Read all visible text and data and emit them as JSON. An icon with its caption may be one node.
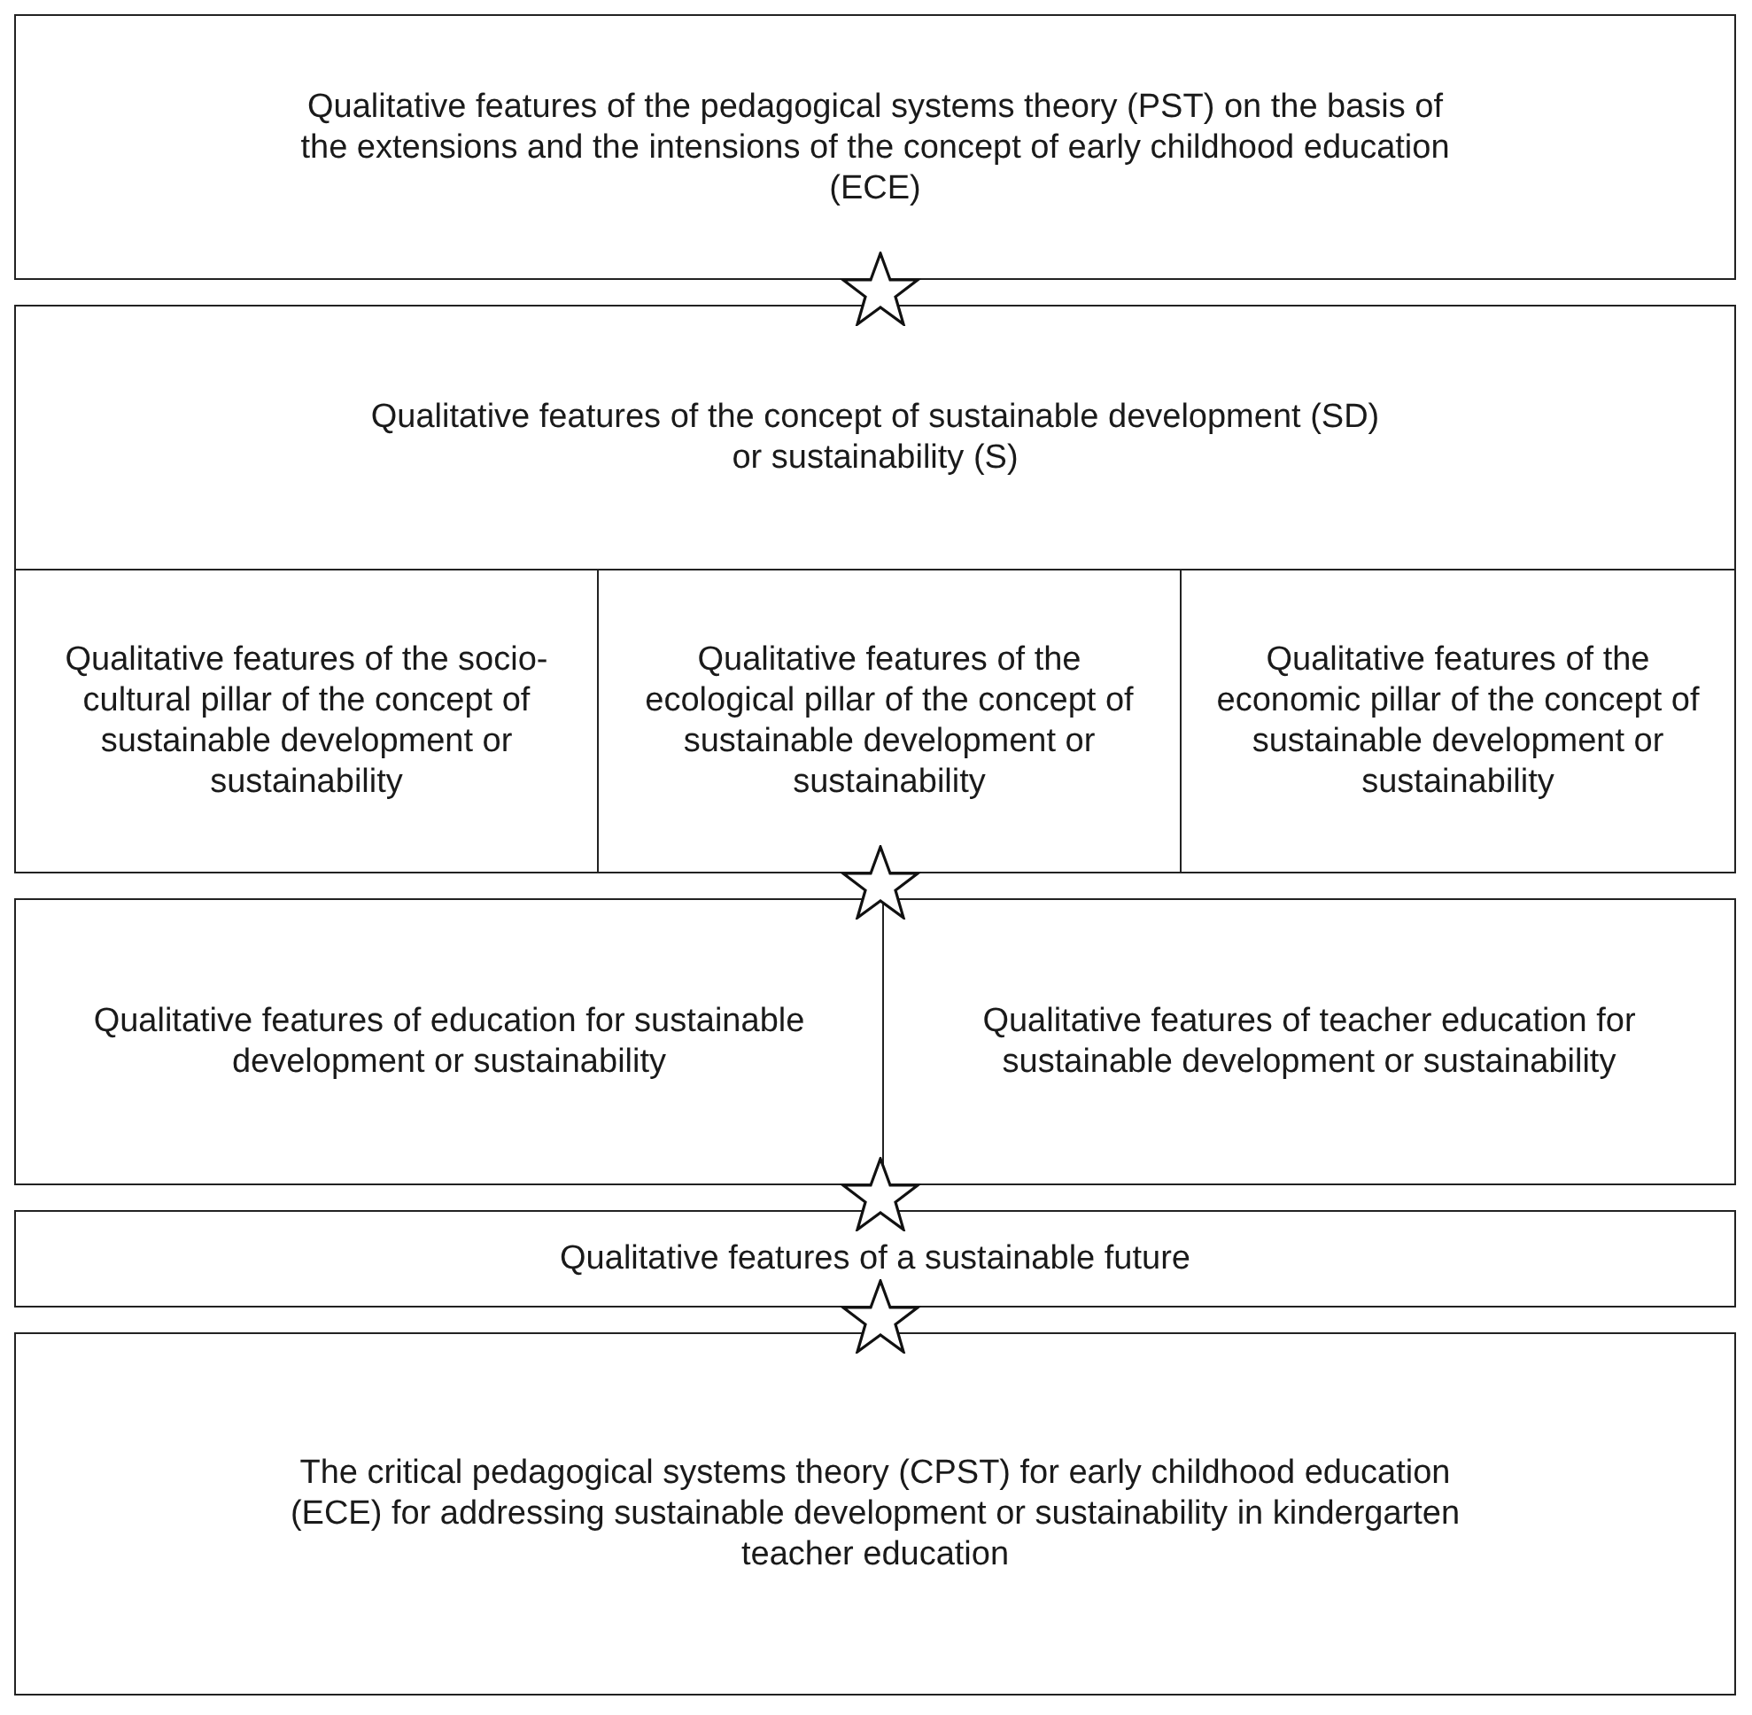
{
  "diagram": {
    "nodes": [
      {
        "text": [
          "Qualitative features of the pedagogical systems theory (PST) on the basis of the extensions and the intensions of the concept of early childhood education (ECE)"
        ]
      },
      {
        "text": [
          "Qualitative features of the concept of sustainable development (SD) or sustainability (S)"
        ]
      },
      {
        "text": [
          "Qualitative features of the socio-cultural pillar of the concept of sustainable development or  sustainability"
        ],
        "in": 1
      },
      {
        "text": [
          "Qualitative features of the ecological pillar of the concept of sustainable development or sustainability"
        ],
        "in": 1
      },
      {
        "text": [
          "Qualitative features of the economic pillar of the concept of sustainable development or sustainability"
        ],
        "in": 1
      },
      {
        "text": [
          "Qualitative features of education for sustainable development or sustainability"
        ]
      },
      {
        "text": [
          "Qualitative features of teacher education for sustainable development or sustainability"
        ]
      },
      {
        "text": [
          "Qualitative features of a sustainable future"
        ]
      },
      {
        "text": [
          "The critical pedagogical systems theory (CPST) for early childhood education (ECE) for  addressing  sustainable development or sustainability in kindergarten teacher education"
        ]
      }
    ],
    "edges": [
      {
        "from": 0,
        "to": 1,
        "arrow": "other"
      },
      {
        "from": 1,
        "to": 5,
        "arrow": "other"
      },
      {
        "from": 5,
        "to": 7,
        "arrow": "other"
      },
      {
        "from": 7,
        "to": 8,
        "arrow": "other"
      }
    ]
  }
}
